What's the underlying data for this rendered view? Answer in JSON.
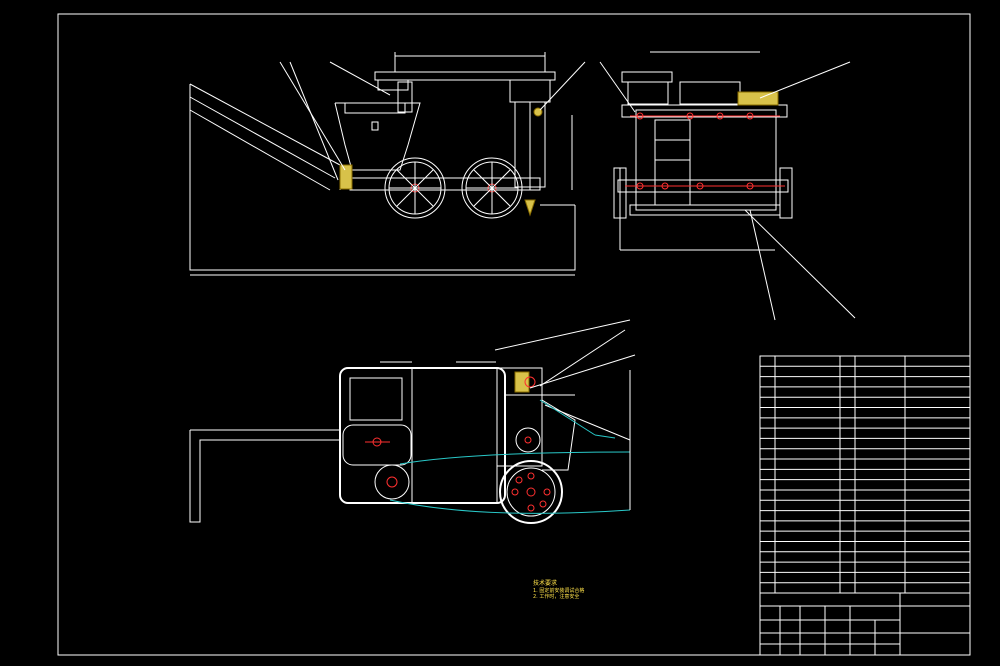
{
  "drawing": {
    "title_cn": "",
    "subtitle_cn": "",
    "scale": "",
    "sheet": ""
  },
  "colors": {
    "background": "#000000",
    "line": "#ffffff",
    "center_line": "#ff3030",
    "hidden_line": "#29c8c8",
    "section_fill": "#d8c24a",
    "note_text": "#ffe24a"
  },
  "notes": {
    "heading": "技术要求",
    "line1": "1. 固定前安装调试合格",
    "line2": "2. 工作时，注意安全"
  },
  "parts_list": {
    "row_count": 23
  }
}
